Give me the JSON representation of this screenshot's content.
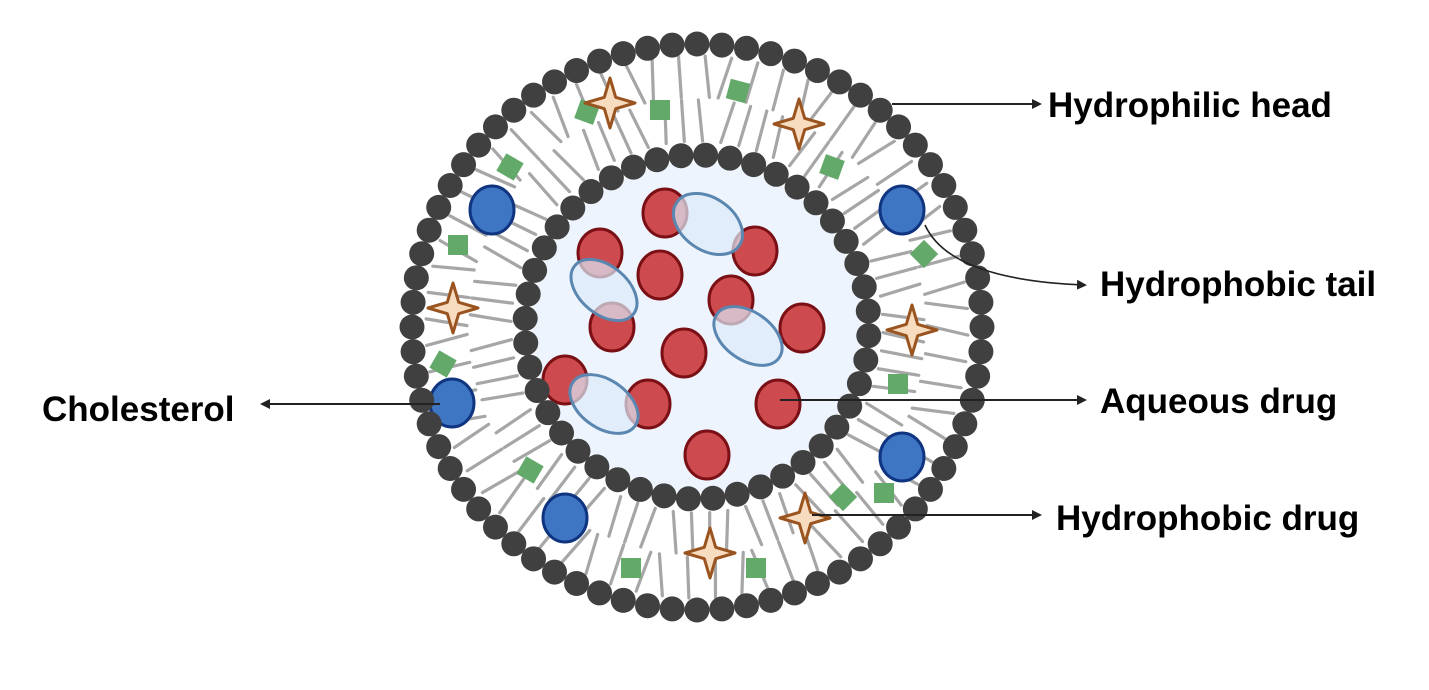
{
  "title": "Liposome structure",
  "colors": {
    "head": "#404040",
    "tail": "#a6a6a6",
    "core_fill": "#edf4fd",
    "aqueous_drug_fill": "#cd4b4f",
    "aqueous_drug_stroke": "#7a1015",
    "cholesterol_fill": "#3e76c3",
    "cholesterol_stroke": "#0f3480",
    "hydrophobic_drug_fill": "#f7dcc0",
    "hydrophobic_drug_stroke": "#9a5420",
    "green_marker": "#62a96a",
    "overlay_fill": "#dbe9f8",
    "overlay_stroke": "#5a86b0",
    "arrow": "#222222"
  },
  "labels": {
    "hydrophilic_head": "Hydrophilic head",
    "hydrophobic_tail": "Hydrophobic tail",
    "aqueous_drug": "Aqueous drug",
    "hydrophobic_drug": "Hydrophobic drug",
    "cholesterol": "Cholesterol"
  },
  "components": [
    {
      "name": "Hydrophilic head",
      "icon": "dark-gray-circle"
    },
    {
      "name": "Hydrophobic tail",
      "icon": "gray-line"
    },
    {
      "name": "Aqueous drug",
      "icon": "red-circle"
    },
    {
      "name": "Hydrophobic drug",
      "icon": "four-point-star"
    },
    {
      "name": "Cholesterol",
      "icon": "blue-circle"
    }
  ]
}
